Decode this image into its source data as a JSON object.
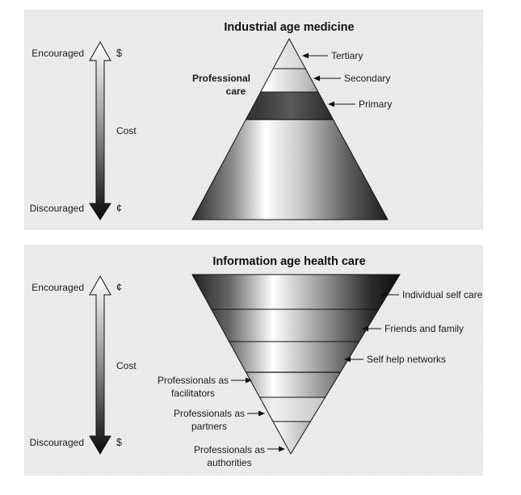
{
  "top": {
    "title": "Industrial age medicine",
    "encouraged": "Encouraged",
    "discouraged": "Discouraged",
    "cost": "Cost",
    "symbol_top": "$",
    "symbol_bottom": "¢",
    "bracket_label_line1": "Professional",
    "bracket_label_line2": "care",
    "levels": [
      "Tertiary",
      "Secondary",
      "Primary"
    ]
  },
  "bottom": {
    "title": "Information age health care",
    "encouraged": "Encouraged",
    "discouraged": "Discouraged",
    "cost": "Cost",
    "symbol_top": "¢",
    "symbol_bottom": "$",
    "right_labels": [
      "Individual self care",
      "Friends and family",
      "Self help networks"
    ],
    "left_labels": [
      {
        "line1": "Professionals as",
        "line2": "facilitators"
      },
      {
        "line1": "Professionals as",
        "line2": "partners"
      },
      {
        "line1": "Professionals as",
        "line2": "authorities"
      }
    ]
  },
  "colors": {
    "background_panel": "#eeeeee",
    "dark": "#111111",
    "light": "#ffffff"
  }
}
